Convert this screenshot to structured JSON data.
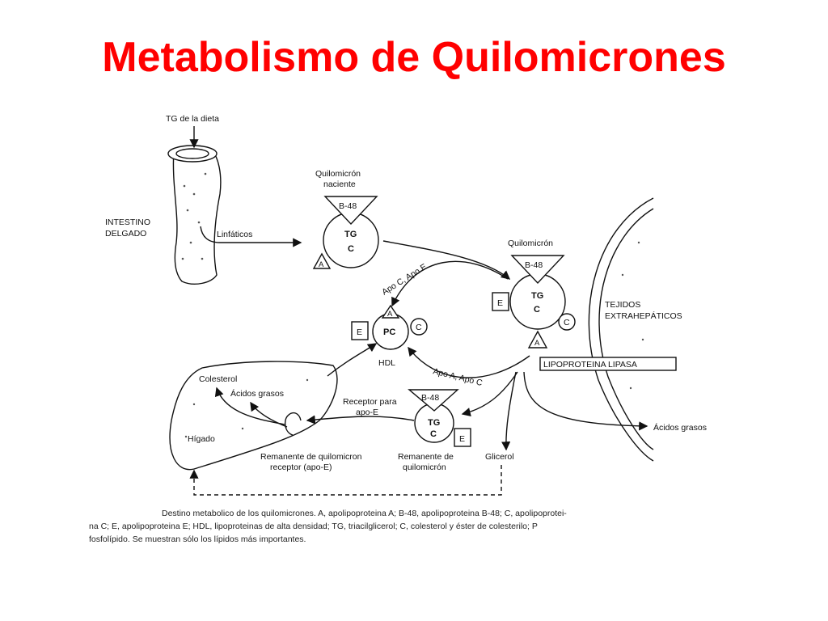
{
  "title": "Metabolismo de Quilomicrones",
  "diagram": {
    "tg_dieta": "TG de la dieta",
    "intestino": [
      "INTESTINO",
      "DELGADO"
    ],
    "linfaticos": "Linfáticos",
    "quilomicron_naciente": [
      "Quilomicrón",
      "naciente"
    ],
    "b48": "B-48",
    "tg": "TG",
    "c": "C",
    "a": "A",
    "e": "E",
    "pc": "PC",
    "quilomicron": "Quilomicrón",
    "apo_c_apo_e": "Apo C, Apo E",
    "hdl": "HDL",
    "apo_a_apo_c": "Apo A, Apo C",
    "tejidos": [
      "TEJIDOS",
      "EXTRAHEPÁTICOS"
    ],
    "lipoproteina_lipasa": "LIPOPROTEINA LIPASA",
    "colesterol": "Colesterol",
    "acidos_grasos_higado": "Ácidos grasos",
    "receptor": [
      "Receptor para",
      "apo-E"
    ],
    "higado": "Hígado",
    "remanente_receptor": [
      "Remanente de quilomicron",
      "receptor (apo-E)"
    ],
    "remanente": [
      "Remanente de",
      "quilomicrón"
    ],
    "glicerol": "Glicerol",
    "acidos_grasos": "Ácidos grasos"
  },
  "caption": [
    "Destino metabolico de los quilomicrones. A, apolipoproteina A; B-48, apolipoproteina B-48; C, apolipoprotei-",
    "na C; E, apolipoproteina E; HDL, lipoproteinas de alta densidad; TG, triacilglicerol; C, colesterol y éster de colesterilo; P",
    "fosfolípido. Se muestran sólo los lípidos más importantes."
  ]
}
